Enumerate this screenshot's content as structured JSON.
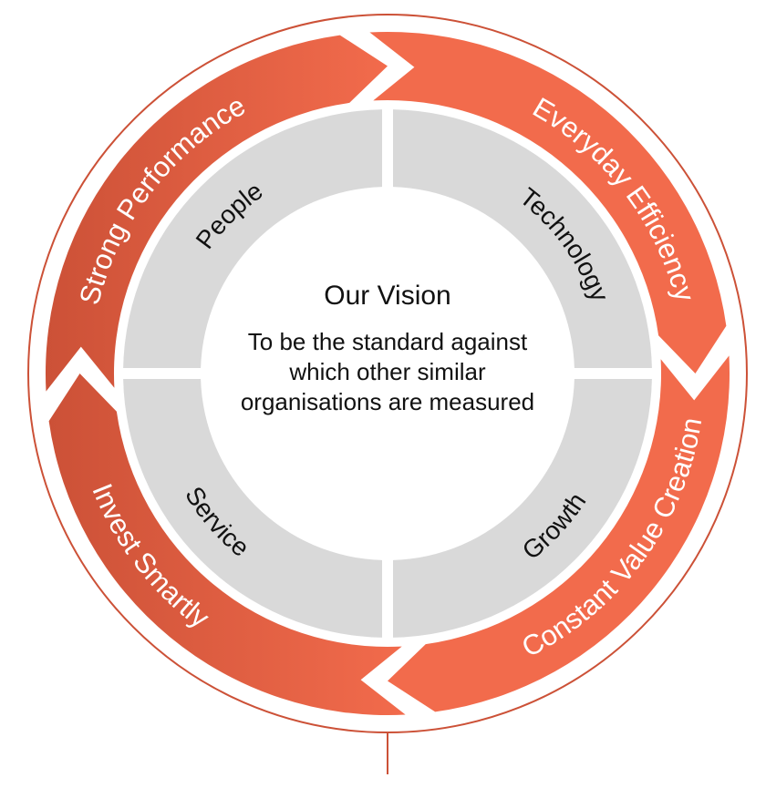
{
  "outer_ring": [
    {
      "label": "Strong Performance"
    },
    {
      "label": "Everyday Efficiency"
    },
    {
      "label": "Constant Value Creation"
    },
    {
      "label": "Invest Smartly"
    }
  ],
  "inner_ring": [
    {
      "label": "People"
    },
    {
      "label": "Technology"
    },
    {
      "label": "Growth"
    },
    {
      "label": "Service"
    }
  ],
  "center": {
    "title": "Our Vision",
    "statement": "To be the standard against which other similar organisations are measured"
  },
  "colors": {
    "outer_ring_light": "#f26b4c",
    "outer_ring_dark": "#cc5137",
    "inner_ring": "#d9d9d9",
    "outline": "#cc5137",
    "text_dark": "#111111",
    "text_light": "#ffffff"
  }
}
